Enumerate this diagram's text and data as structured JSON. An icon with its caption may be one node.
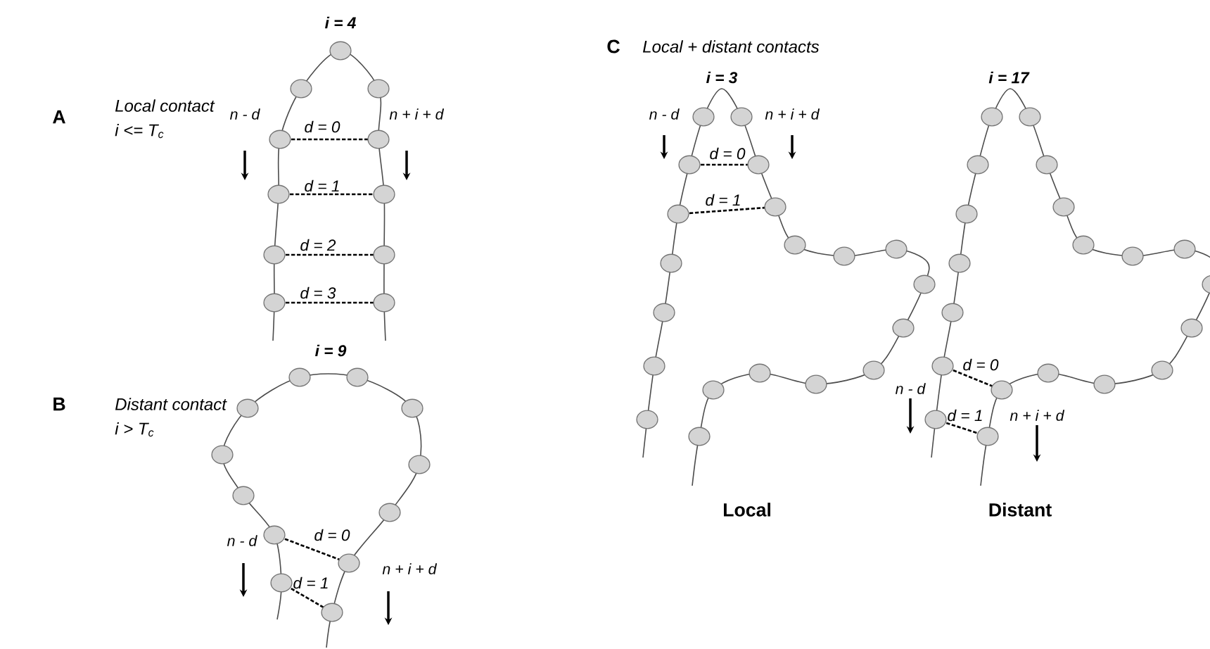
{
  "diagram": {
    "labels": [
      "A",
      "Local contact",
      "i <= T$_{c}$",
      "i = 4",
      "n - d",
      "d = 0",
      "n + i + d",
      "d = 1",
      "d = 2",
      "d = 3",
      "B",
      "Distant contact",
      "i > T$_{c}$",
      "i = 9",
      "d = 0",
      "n - d",
      "d = 1",
      "n + i + d",
      "C",
      "Local + distant contacts",
      "i = 3",
      "n - d",
      "n + i + d",
      "d = 0",
      "d = 1",
      "i = 17",
      "d = 0",
      "n - d",
      "d = 1",
      "n + i + d",
      "Local",
      "Distant"
    ]
  }
}
